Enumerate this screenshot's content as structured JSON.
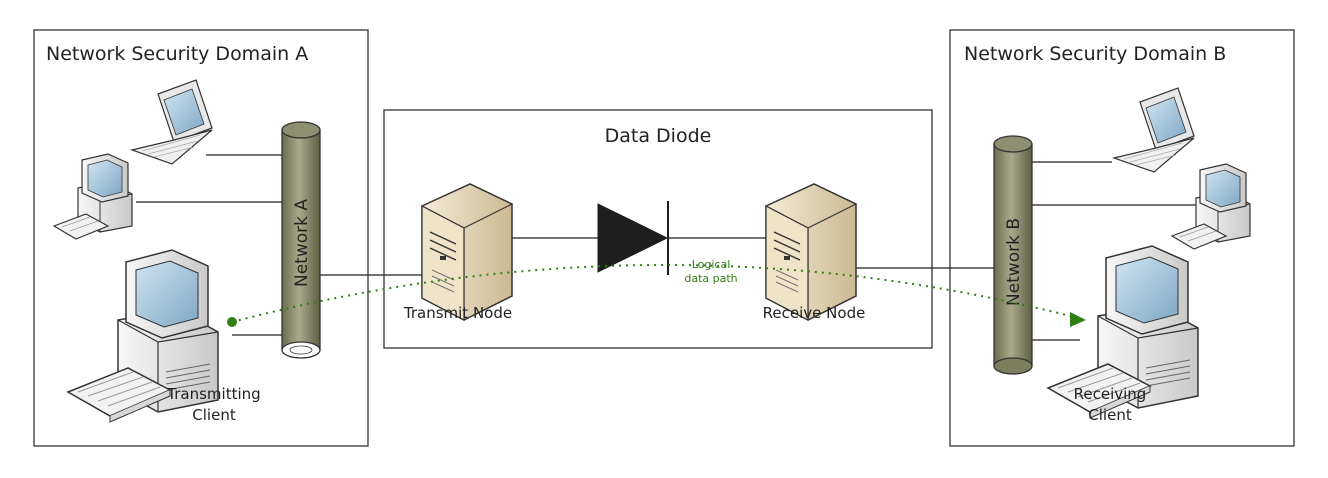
{
  "domain_a": {
    "title": "Network Security Domain A",
    "network_label": "Network A"
  },
  "domain_b": {
    "title": "Network Security Domain B",
    "network_label": "Network B"
  },
  "diode": {
    "title": "Data Diode",
    "transmit_node": "Transmit Node",
    "receive_node": "Receive Node",
    "logical_path_line1": "Logical",
    "logical_path_line2": "data path"
  },
  "clients": {
    "transmitting_line1": "Transmitting",
    "transmitting_line2": "Client",
    "receiving_line1": "Receiving",
    "receiving_line2": "Client"
  },
  "colors": {
    "pipe": "#7d7e5d",
    "pipe_highlight": "#b4b597",
    "logical_path": "#2f7f12",
    "server_body": "#e3d6b8",
    "diode_fill": "#1e1e1e"
  },
  "icons": [
    "laptop-icon",
    "desktop-computer-icon",
    "server-icon",
    "diode-symbol-icon"
  ]
}
